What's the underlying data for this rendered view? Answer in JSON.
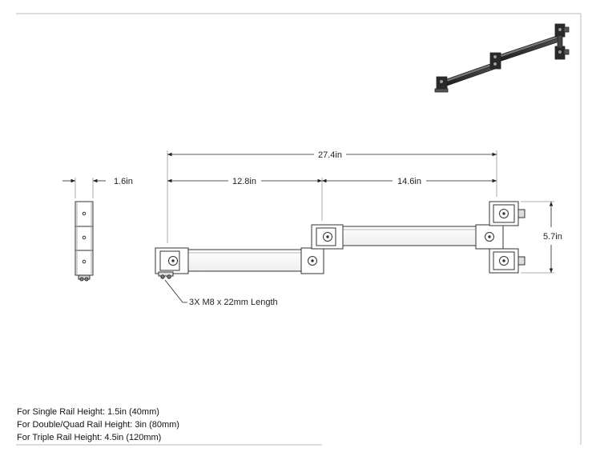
{
  "dimensions": {
    "total_length": "27.4in",
    "first_arm": "12.8in",
    "second_arm": "14.6in",
    "bracket_height": "5.7in",
    "side_width": "1.6in"
  },
  "callout": "3X M8 x 22mm Length",
  "notes": [
    "For Single Rail Height: 1.5in (40mm)",
    "For Double/Quad Rail Height: 3in (80mm)",
    "For Triple Rail Height: 4.5in (120mm)"
  ]
}
